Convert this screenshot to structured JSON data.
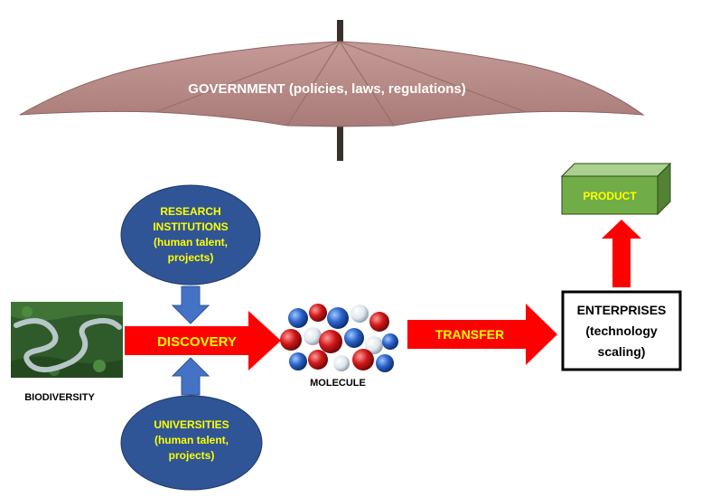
{
  "umbrella": {
    "label": "GOVERNMENT (policies, laws, regulations)"
  },
  "research": {
    "lines": [
      "RESEARCH",
      "INSTITUTIONS",
      "(human talent,",
      "projects)"
    ]
  },
  "universities": {
    "lines": [
      "UNIVERSITIES",
      "(human talent,",
      "projects)"
    ]
  },
  "discovery": {
    "label": "DISCOVERY"
  },
  "transfer": {
    "label": "TRANSFER"
  },
  "biodiversity": {
    "label": "BIODIVERSITY"
  },
  "molecule": {
    "label": "MOLECULE"
  },
  "enterprises": {
    "lines": [
      "ENTERPRISES",
      "(technology",
      "scaling)"
    ]
  },
  "product": {
    "label": "PRODUCT"
  },
  "colors": {
    "umbrella": "#b58a87",
    "ellipse": "#2f5597",
    "ellipse_text": "#ffff00",
    "arrow_red": "#ff0000",
    "arrow_blue": "#4472c4",
    "product_green": "#70ad47"
  }
}
